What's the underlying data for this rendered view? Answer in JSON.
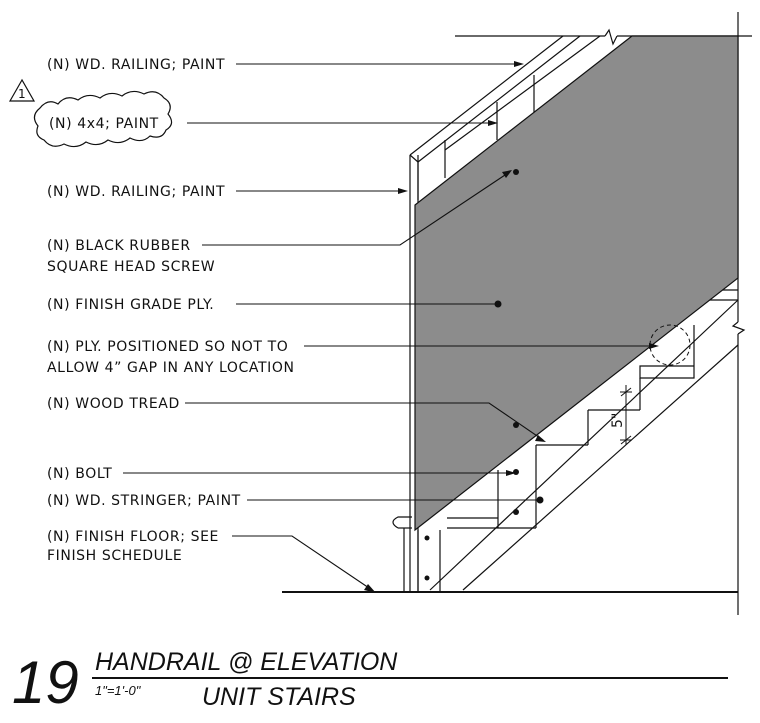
{
  "callouts": {
    "railing_top": "(N) WD. RAILING; PAINT",
    "post": "(N) 4x4; PAINT",
    "railing_mid": "(N) WD. RAILING; PAINT",
    "screw_line1": "(N) BLACK RUBBER",
    "screw_line2": "SQUARE HEAD SCREW",
    "ply": "(N) FINISH GRADE PLY.",
    "gap_line1": "(N) PLY. POSITIONED SO NOT TO",
    "gap_line2": "ALLOW 4” GAP IN ANY LOCATION",
    "tread": "(N) WOOD TREAD",
    "bolt": "(N) BOLT",
    "stringer": "(N) WD. STRINGER; PAINT",
    "floor_line1": "(N) FINISH FLOOR; SEE",
    "floor_line2": "FINISH SCHEDULE"
  },
  "revision": {
    "number": "1"
  },
  "dimension": {
    "label": "5\""
  },
  "title_block": {
    "detail_number": "19",
    "title": "HANDRAIL @ ELEVATION",
    "subtitle": "UNIT STAIRS",
    "scale": "1\"=1'-0\""
  },
  "colors": {
    "panel_fill": "#8c8c8c",
    "line": "#111111"
  }
}
